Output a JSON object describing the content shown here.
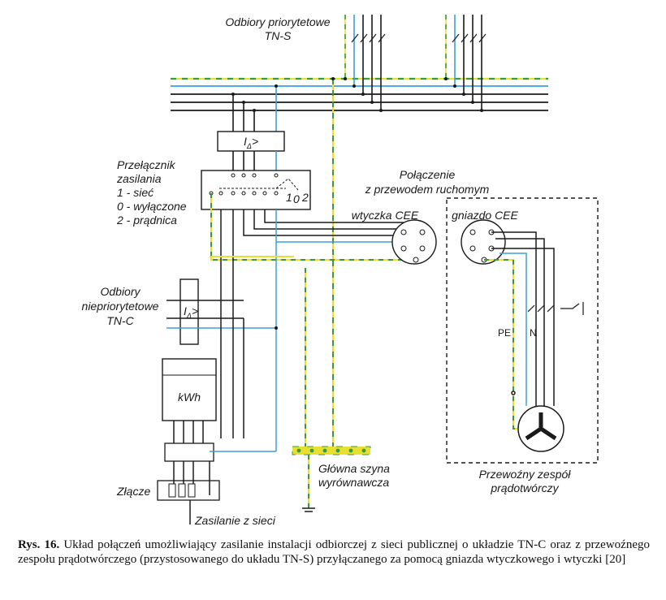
{
  "colors": {
    "black": "#1a1a1a",
    "blue": "#3aa0dc",
    "yellow": "#e8e030",
    "green": "#3c9a3c",
    "grey": "#9a9a9a"
  },
  "labels": {
    "priority_loads": [
      "Odbiory priorytetowe",
      "TN-S"
    ],
    "switch": [
      "Przełącznik",
      "zasilania",
      "1 - sieć",
      "0 - wyłączone",
      "2 - prądnica"
    ],
    "switch_positions": [
      "1",
      "0",
      "2"
    ],
    "rcd_label": "I",
    "rcd_sub": "Δ",
    "rcd_gt": ">",
    "connection": [
      "Połączenie",
      "z przewodem ruchomym"
    ],
    "plug": "wtyczka CEE",
    "socket": "gniazdo CEE",
    "non_priority": [
      "Odbiory",
      "niepriorytetowe",
      "TN-C"
    ],
    "meter": "kWh",
    "busbar": [
      "Główna szyna",
      "wyrównawcza"
    ],
    "junction": "Złącze",
    "supply": "Zasilanie z sieci",
    "pe": "PE",
    "n": "N",
    "generator": [
      "Przewoźny zespół",
      "prądotwórczy"
    ]
  },
  "caption": {
    "prefix": "Rys. 16.",
    "text": " Układ połączeń umożliwiający zasilanie instalacji odbiorczej z sieci publicznej o układzie TN-C oraz z przewoźnego zespołu prądotwórczego (przystosowanego do układu TN-S) przyłączanego za pomocą gniazda wtyczkowego i wtyczki [20]"
  }
}
